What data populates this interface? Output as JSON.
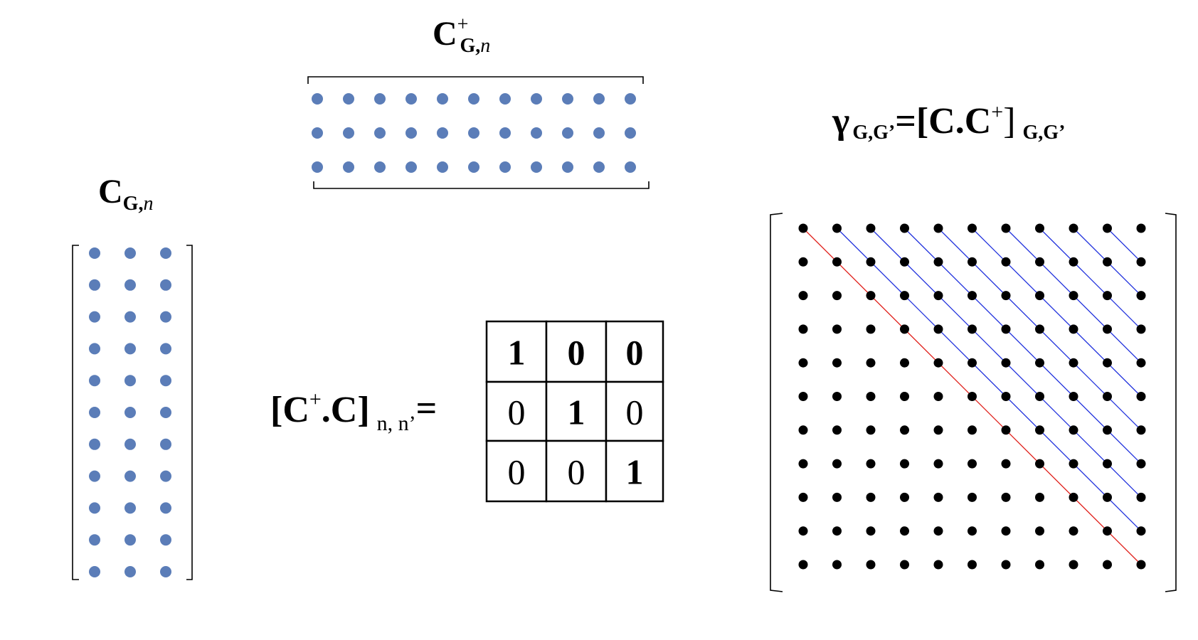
{
  "labels": {
    "c_plus": {
      "base": "C",
      "sup": "+",
      "sub_bold": "G,",
      "sub_ital": "n"
    },
    "c": {
      "base": "C",
      "sub_bold": "G,",
      "sub_ital": "n"
    },
    "gamma": {
      "symbol": "γ",
      "sub": "G,G’",
      "eq": "=[C.C",
      "sup": "+",
      "close": "]",
      "sub2": "G,G’"
    },
    "overlap": {
      "open": "[C",
      "sup": "+",
      "mid": ".C]",
      "sub": "n, n’",
      "eq": "="
    }
  },
  "c_plus_matrix": {
    "rows": 3,
    "cols": 11,
    "dot_color": "#5B7DB8"
  },
  "c_matrix": {
    "rows": 11,
    "cols": 3,
    "dot_color": "#5B7DB8"
  },
  "overlap_table": {
    "rows": [
      [
        {
          "v": "1",
          "bold": true
        },
        {
          "v": "0",
          "bold": true
        },
        {
          "v": "0",
          "bold": true
        }
      ],
      [
        {
          "v": "0",
          "bold": false
        },
        {
          "v": "1",
          "bold": true
        },
        {
          "v": "0",
          "bold": false
        }
      ],
      [
        {
          "v": "0",
          "bold": false
        },
        {
          "v": "0",
          "bold": false
        },
        {
          "v": "1",
          "bold": true
        }
      ]
    ]
  },
  "gamma_matrix": {
    "size": 11,
    "dot_color": "#000000",
    "diagonal_color": "#E0201B",
    "offdiag_color": "#2233DD"
  }
}
